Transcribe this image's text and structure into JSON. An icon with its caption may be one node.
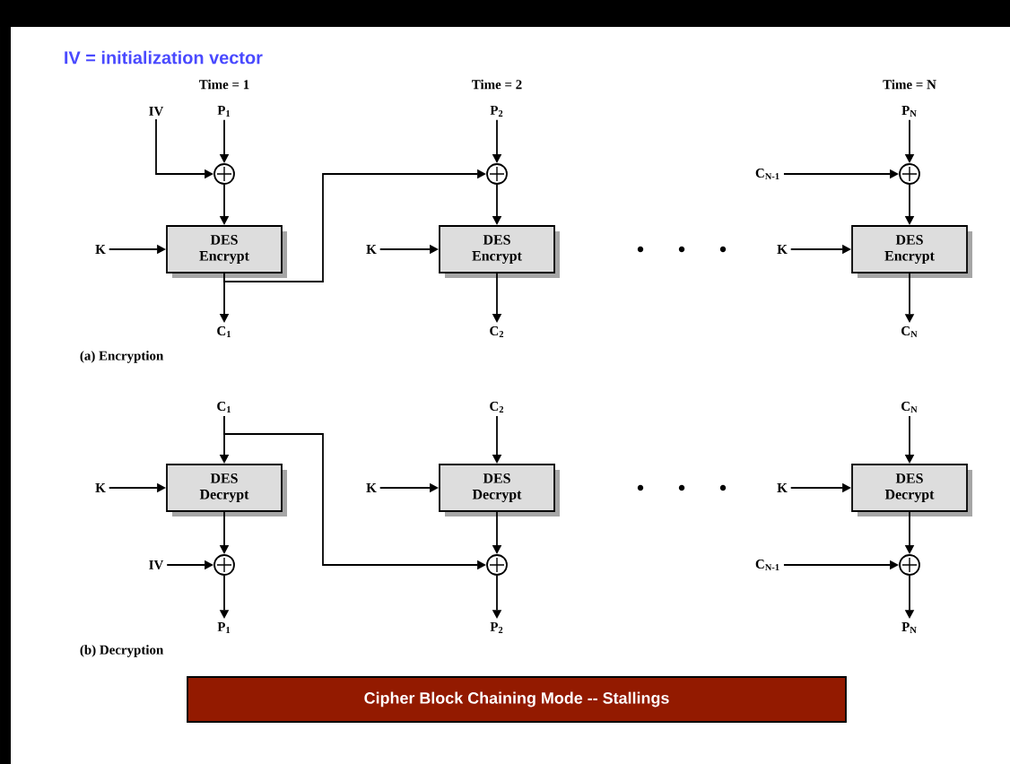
{
  "diagram": {
    "title": "IV = initialization vector",
    "nodes": [
      {
        "text": [
          "P$_{1}$"
        ]
      },
      {
        "text": [
          "IV"
        ]
      },
      {
        "text": [],
        "shape": "circle"
      },
      {
        "text": [
          "K"
        ]
      },
      {
        "text": [
          "DES Encrypt"
        ]
      },
      {
        "text": [
          "C$_{1}$"
        ]
      },
      {
        "text": [
          "P$_{2}$"
        ]
      },
      {
        "text": [],
        "shape": "circle"
      },
      {
        "text": [
          "K"
        ]
      },
      {
        "text": [
          "DES Encrypt"
        ]
      },
      {
        "text": [
          "C$_{2}$"
        ]
      },
      {
        "text": [
          "P$_{N}$"
        ]
      },
      {
        "text": [
          "C$_{N-1}$"
        ]
      },
      {
        "text": [],
        "shape": "circle"
      },
      {
        "text": [
          "K"
        ]
      },
      {
        "text": [
          "DES Encrypt"
        ]
      },
      {
        "text": [
          "C$_{N}$"
        ]
      },
      {
        "text": [
          "C$_{1}$"
        ]
      },
      {
        "text": [
          "K"
        ]
      },
      {
        "text": [
          "DES Decrypt"
        ]
      },
      {
        "text": [
          "IV"
        ]
      },
      {
        "text": [],
        "shape": "circle"
      },
      {
        "text": [
          "P$_{1}$"
        ]
      },
      {
        "text": [
          "C$_{2}$"
        ]
      },
      {
        "text": [
          "K"
        ]
      },
      {
        "text": [
          "DES Decrypt"
        ]
      },
      {
        "text": [],
        "shape": "circle"
      },
      {
        "text": [
          "P$_{2}$"
        ]
      },
      {
        "text": [
          "C$_{N}$"
        ]
      },
      {
        "text": [
          "K"
        ]
      },
      {
        "text": [
          "DES Decrypt"
        ]
      },
      {
        "text": [
          "C$_{N-1}$"
        ]
      },
      {
        "text": [],
        "shape": "circle"
      },
      {
        "text": [
          "P$_{N}$"
        ]
      },
      {
        "text": [
          "Cipher Block Chaining Mode -- Stallings"
        ]
      }
    ],
    "edges": [
      {
        "from": 0,
        "to": 2,
        "arrow": "to"
      },
      {
        "from": 1,
        "to": 2,
        "arrow": "to"
      },
      {
        "from": 2,
        "to": 4,
        "arrow": "to"
      },
      {
        "from": 3,
        "to": 4,
        "arrow": "to"
      },
      {
        "from": 4,
        "to": 5,
        "arrow": "to"
      },
      {
        "from": 4,
        "to": 7,
        "arrow": "to"
      },
      {
        "from": 6,
        "to": 7,
        "arrow": "to"
      },
      {
        "from": 7,
        "to": 9,
        "arrow": "to"
      },
      {
        "from": 8,
        "to": 9,
        "arrow": "to"
      },
      {
        "from": 9,
        "to": 10,
        "arrow": "to"
      },
      {
        "from": 11,
        "to": 13,
        "arrow": "to"
      },
      {
        "from": 12,
        "to": 13,
        "arrow": "to"
      },
      {
        "from": 13,
        "to": 15,
        "arrow": "to"
      },
      {
        "from": 14,
        "to": 15,
        "arrow": "to"
      },
      {
        "from": 15,
        "to": 16,
        "arrow": "to"
      },
      {
        "from": 17,
        "to": 19,
        "arrow": "to"
      },
      {
        "from": 17,
        "to": 26,
        "arrow": "to"
      },
      {
        "from": 18,
        "to": 19,
        "arrow": "to"
      },
      {
        "from": 19,
        "to": 21,
        "arrow": "to"
      },
      {
        "from": 20,
        "to": 21,
        "arrow": "to"
      },
      {
        "from": 21,
        "to": 22,
        "arrow": "to"
      },
      {
        "from": 23,
        "to": 25,
        "arrow": "to"
      },
      {
        "from": 24,
        "to": 25,
        "arrow": "to"
      },
      {
        "from": 25,
        "to": 26,
        "arrow": "to"
      },
      {
        "from": 26,
        "to": 27,
        "arrow": "to"
      },
      {
        "from": 28,
        "to": 30,
        "arrow": "to"
      },
      {
        "from": 29,
        "to": 30,
        "arrow": "to"
      },
      {
        "from": 30,
        "to": 32,
        "arrow": "to"
      },
      {
        "from": 31,
        "to": 32,
        "arrow": "to"
      },
      {
        "from": 32,
        "to": 33,
        "arrow": "to"
      }
    ],
    "labels": [
      "Time = 1",
      "Time = 2",
      "Time = N",
      "(a) Encryption",
      "(b) Decryption"
    ]
  }
}
